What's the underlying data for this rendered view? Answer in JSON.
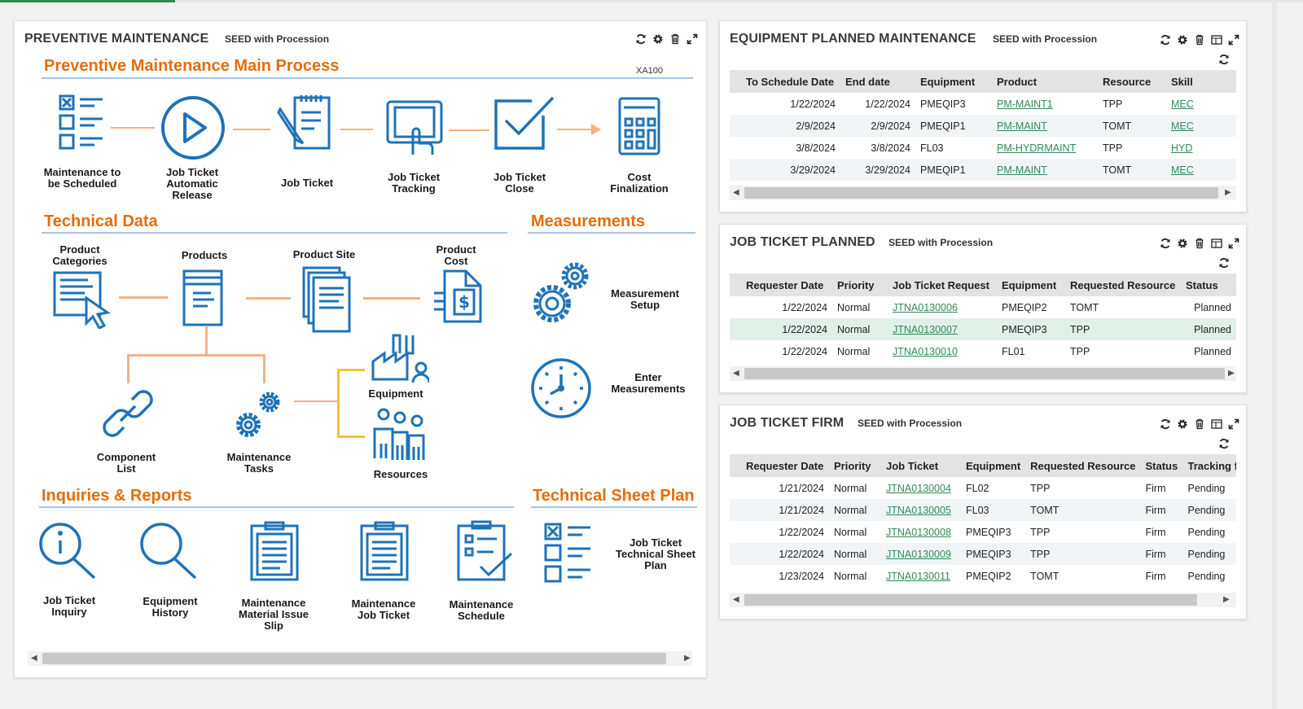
{
  "colors": {
    "accent_orange": "#e46c0a",
    "icon_blue": "#1f73b7",
    "link_green": "#2e8b57",
    "connector": "#f4b183"
  },
  "pm_panel": {
    "title": "PREVENTIVE MAINTENANCE",
    "subtitle": "SEED with Procession",
    "tools": [
      "refresh-icon",
      "gear-icon",
      "trash-icon",
      "expand-icon"
    ],
    "main_process": {
      "title": "Preventive Maintenance Main Process",
      "code": "XA100",
      "steps": [
        "Maintenance to be Scheduled",
        "Job Ticket Automatic Release",
        "Job Ticket",
        "Job Ticket Tracking",
        "Job Ticket Close",
        "Cost Finalization"
      ]
    },
    "technical_data": {
      "title": "Technical Data",
      "items": [
        "Product Categories",
        "Products",
        "Product Site",
        "Product Cost",
        "Component List",
        "Maintenance Tasks",
        "Equipment",
        "Resources"
      ]
    },
    "measurements": {
      "title": "Measurements",
      "items": [
        "Measurement Setup",
        "Enter Measurements"
      ]
    },
    "inquiries": {
      "title": "Inquiries & Reports",
      "items": [
        "Job Ticket Inquiry",
        "Equipment History",
        "Maintenance Material Issue Slip",
        "Maintenance Job Ticket",
        "Maintenance Schedule"
      ]
    },
    "tech_sheet": {
      "title": "Technical Sheet Plan",
      "items": [
        "Job Ticket Technical Sheet Plan"
      ]
    }
  },
  "epm_panel": {
    "title": "EQUIPMENT PLANNED MAINTENANCE",
    "subtitle": "SEED with Procession",
    "columns": [
      "To Schedule Date",
      "End date",
      "Equipment",
      "Product",
      "Resource",
      "Skill"
    ],
    "rows": [
      [
        "1/22/2024",
        "1/22/2024",
        "PMEQIP3",
        "PM-MAINT1",
        "TPP",
        "MEC"
      ],
      [
        "2/9/2024",
        "2/9/2024",
        "PMEQIP1",
        "PM-MAINT",
        "TOMT",
        "MEC"
      ],
      [
        "3/8/2024",
        "3/8/2024",
        "FL03",
        "PM-HYDRMAINT",
        "TPP",
        "HYD"
      ],
      [
        "3/29/2024",
        "3/29/2024",
        "PMEQIP1",
        "PM-MAINT",
        "TOMT",
        "MEC"
      ]
    ]
  },
  "jtp_panel": {
    "title": "JOB TICKET PLANNED",
    "subtitle": "SEED with Procession",
    "columns": [
      "Requester Date",
      "Priority",
      "Job Ticket Request",
      "Equipment",
      "Requested Resource",
      "Status"
    ],
    "rows": [
      [
        "1/22/2024",
        "Normal",
        "JTNA0130006",
        "PMEQIP2",
        "TOMT",
        "Planned"
      ],
      [
        "1/22/2024",
        "Normal",
        "JTNA0130007",
        "PMEQIP3",
        "TPP",
        "Planned"
      ],
      [
        "1/22/2024",
        "Normal",
        "JTNA0130010",
        "FL01",
        "TPP",
        "Planned"
      ]
    ]
  },
  "jtf_panel": {
    "title": "JOB TICKET FIRM",
    "subtitle": "SEED with Procession",
    "columns": [
      "Requester Date",
      "Priority",
      "Job Ticket",
      "Equipment",
      "Requested Resource",
      "Status",
      "Tracking f"
    ],
    "rows": [
      [
        "1/21/2024",
        "Normal",
        "JTNA0130004",
        "FL02",
        "TPP",
        "Firm",
        "Pending"
      ],
      [
        "1/21/2024",
        "Normal",
        "JTNA0130005",
        "FL03",
        "TOMT",
        "Firm",
        "Pending"
      ],
      [
        "1/22/2024",
        "Normal",
        "JTNA0130008",
        "PMEQIP3",
        "TPP",
        "Firm",
        "Pending"
      ],
      [
        "1/22/2024",
        "Normal",
        "JTNA0130009",
        "PMEQIP3",
        "TPP",
        "Firm",
        "Pending"
      ],
      [
        "1/23/2024",
        "Normal",
        "JTNA0130011",
        "PMEQIP2",
        "TOMT",
        "Firm",
        "Pending"
      ]
    ]
  }
}
